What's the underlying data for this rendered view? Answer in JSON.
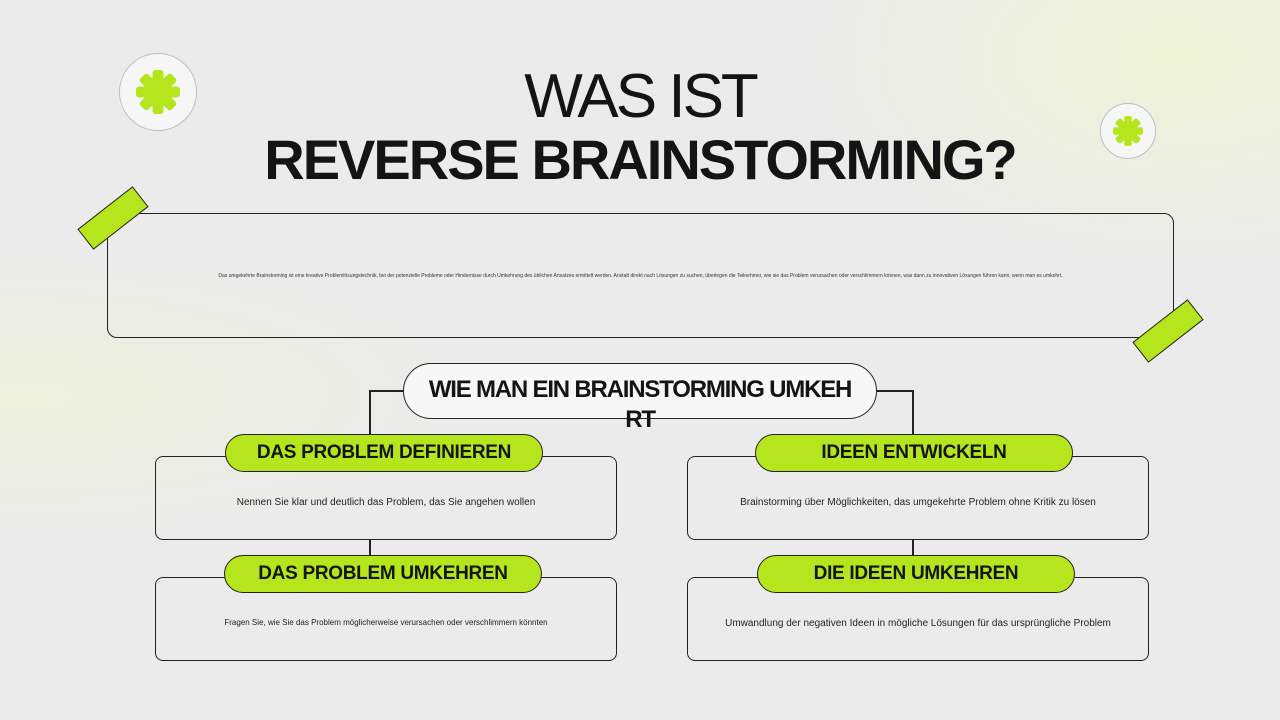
{
  "title": {
    "line1": "WAS IST",
    "line2": "REVERSE BRAINSTORMING?"
  },
  "description": "Das umgekehrte Brainstorming ist eine kreative Problemlösungstechnik, bei der potenzielle Probleme oder Hindernisse durch Umkehrung des üblichen Ansatzes ermittelt werden. Anstatt direkt nach Lösungen zu suchen, überlegen die Teilnehmer, wie sie das Problem verursachen oder verschlimmern können, was dann zu innovativen Lösungen führen kann, wenn man es umkehrt.",
  "diagram": {
    "header": "WIE MAN EIN BRAINSTORMING UMKEHRT",
    "steps": [
      {
        "label": "DAS PROBLEM DEFINIEREN",
        "text": "Nennen Sie klar und deutlich das Problem, das Sie angehen wollen"
      },
      {
        "label": "IDEEN ENTWICKELN",
        "text": "Brainstorming über Möglichkeiten, das umgekehrte Problem ohne Kritik zu lösen"
      },
      {
        "label": "DAS PROBLEM UMKEHREN",
        "text": "Fragen Sie, wie Sie das Problem möglicherweise verursachen oder verschlimmern könnten"
      },
      {
        "label": "DIE IDEEN UMKEHREN",
        "text": "Umwandlung der negativen Ideen in mögliche Lösungen für das ursprüngliche Problem"
      }
    ]
  },
  "colors": {
    "accent": "#b5e51d",
    "ink": "#141414",
    "background": "#ebebeb"
  },
  "icons": [
    "asterisk-icon",
    "asterisk-icon"
  ]
}
